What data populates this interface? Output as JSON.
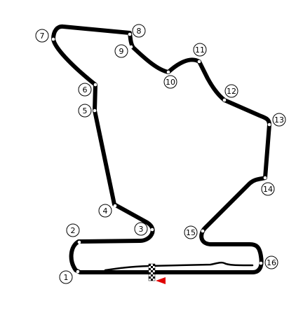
{
  "map": {
    "colors": {
      "track": "#000000",
      "pit_lane": "#000000",
      "start_flag": "#e00000",
      "marker_fill": "#ffffff",
      "background": "#ffffff"
    },
    "icons": [
      "checkered-flag-icon",
      "start-direction-flag-icon"
    ],
    "corners": [
      {
        "number": "1"
      },
      {
        "number": "2"
      },
      {
        "number": "3"
      },
      {
        "number": "4"
      },
      {
        "number": "5"
      },
      {
        "number": "6"
      },
      {
        "number": "7"
      },
      {
        "number": "8"
      },
      {
        "number": "9"
      },
      {
        "number": "10"
      },
      {
        "number": "11"
      },
      {
        "number": "12"
      },
      {
        "number": "13"
      },
      {
        "number": "14"
      },
      {
        "number": "15"
      },
      {
        "number": "16"
      }
    ]
  }
}
